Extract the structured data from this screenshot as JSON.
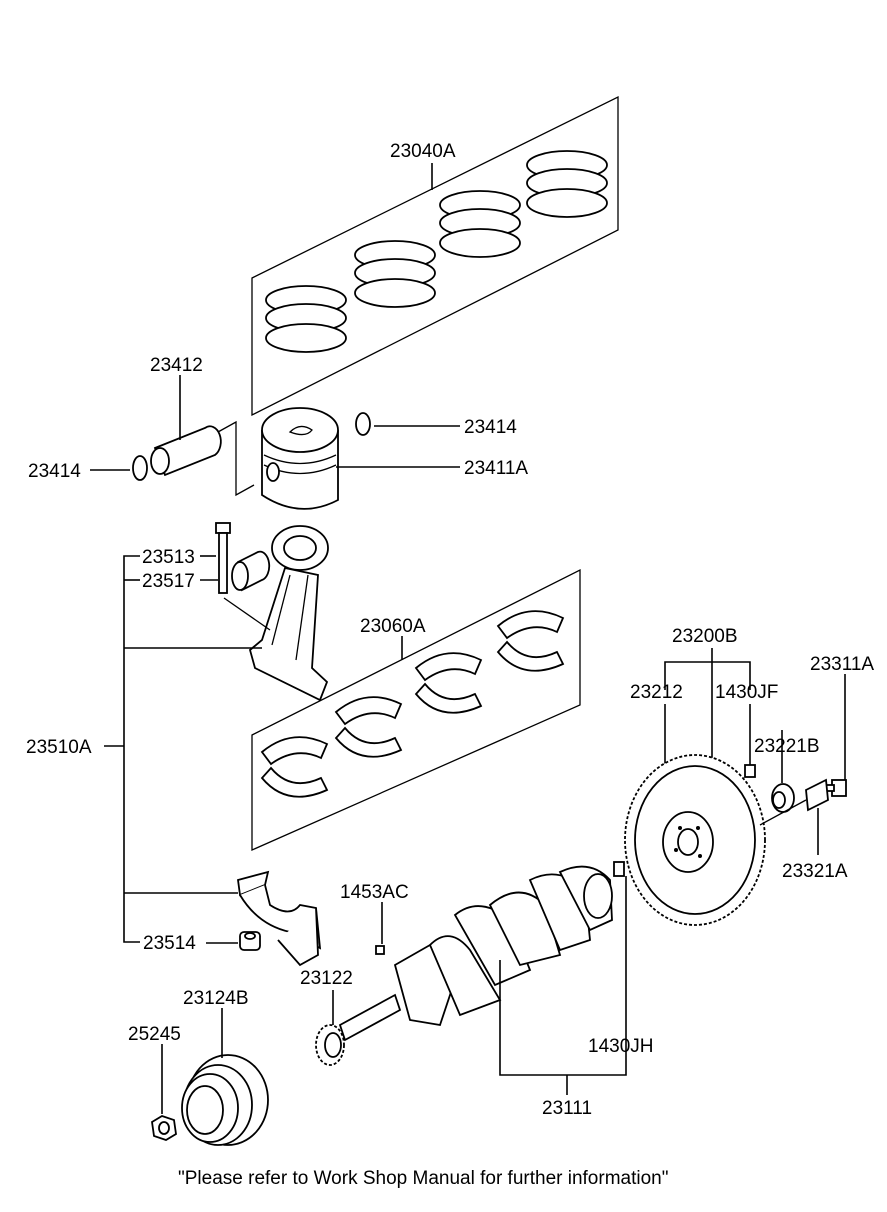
{
  "diagram": {
    "footer_note": "\"Please refer to Work Shop Manual for further information\"",
    "parts": [
      {
        "id": "p23040A",
        "label": "23040A"
      },
      {
        "id": "p23412",
        "label": "23412"
      },
      {
        "id": "p23414a",
        "label": "23414"
      },
      {
        "id": "p23414b",
        "label": "23414"
      },
      {
        "id": "p23411A",
        "label": "23411A"
      },
      {
        "id": "p23513",
        "label": "23513"
      },
      {
        "id": "p23517",
        "label": "23517"
      },
      {
        "id": "p23060A",
        "label": "23060A"
      },
      {
        "id": "p23510A",
        "label": "23510A"
      },
      {
        "id": "p23514",
        "label": "23514"
      },
      {
        "id": "p23200B",
        "label": "23200B"
      },
      {
        "id": "p23212",
        "label": "23212"
      },
      {
        "id": "p1430JF",
        "label": "1430JF"
      },
      {
        "id": "p23221B",
        "label": "23221B"
      },
      {
        "id": "p23311A",
        "label": "23311A"
      },
      {
        "id": "p23321A",
        "label": "23321A"
      },
      {
        "id": "p1453AC",
        "label": "1453AC"
      },
      {
        "id": "p23122",
        "label": "23122"
      },
      {
        "id": "p23124B",
        "label": "23124B"
      },
      {
        "id": "p25245",
        "label": "25245"
      },
      {
        "id": "p1430JH",
        "label": "1430JH"
      },
      {
        "id": "p23111",
        "label": "23111"
      }
    ]
  }
}
